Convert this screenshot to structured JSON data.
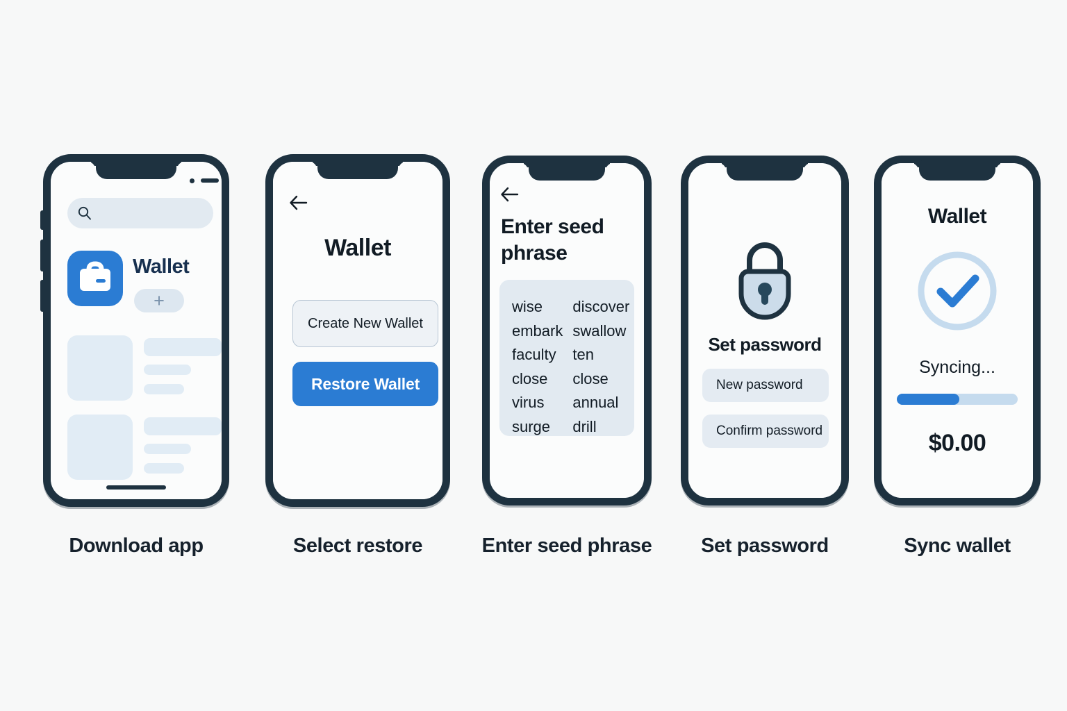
{
  "meta": {
    "background": "#f7f8f8",
    "frame_color": "#1e3240",
    "accent_blue": "#2b7cd3",
    "muted_blue": "#e2eaf1",
    "text_dark": "#111b24"
  },
  "steps": [
    {
      "caption": "Download app",
      "screen": "app-store",
      "search": {
        "placeholder": "",
        "icon": "search-icon"
      },
      "app": {
        "name": "Wallet",
        "icon": "wallet-briefcase-icon",
        "action_label": "+"
      },
      "skeleton_rows": 2
    },
    {
      "caption": "Select restore",
      "screen": "wallet-choice",
      "back_icon": "back-arrow-icon",
      "title": "Wallet",
      "buttons": [
        {
          "label": "Create New Wallet",
          "style": "outline"
        },
        {
          "label": "Restore Wallet",
          "style": "primary"
        }
      ]
    },
    {
      "caption": "Enter seed phrase",
      "screen": "seed-entry",
      "back_icon": "back-arrow-icon",
      "title": "Enter seed phrase",
      "seed_words": [
        "wise",
        "discover",
        "embark",
        "swallow",
        "faculty",
        "ten",
        "close",
        "close",
        "virus",
        "annual",
        "surge",
        "drill"
      ]
    },
    {
      "caption": "Set password",
      "screen": "password",
      "icon": "padlock-icon",
      "title": "Set password",
      "fields": [
        {
          "placeholder": "New password"
        },
        {
          "placeholder": "Confirm password"
        }
      ]
    },
    {
      "caption": "Sync wallet",
      "screen": "sync",
      "title": "Wallet",
      "icon": "check-circle-icon",
      "status": "Syncing...",
      "progress_percent": 52,
      "balance": "$0.00"
    }
  ]
}
